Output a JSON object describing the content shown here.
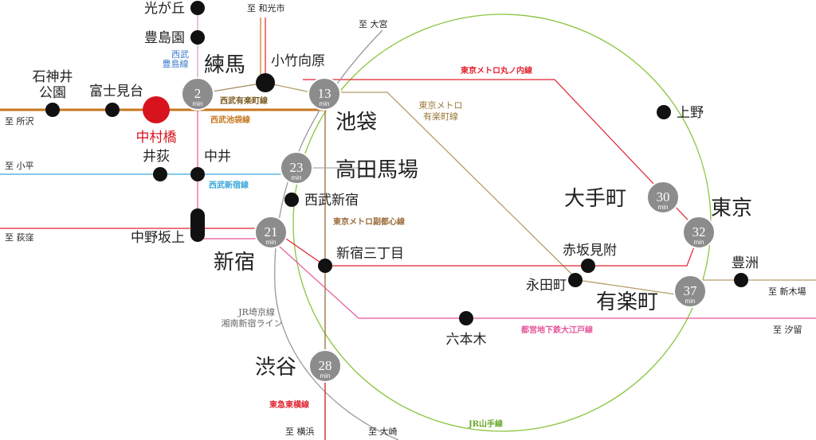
{
  "map_title": "",
  "home_station": "中村橋",
  "stations": {
    "hikarigaoka": "光が丘",
    "toshimaen": "豊島園",
    "nerima": "練馬",
    "kotakemukaihara": "小竹向原",
    "ikebukuro": "池袋",
    "shakujiikoen": "石神井\n公園",
    "fujimidai": "富士見台",
    "nakamurabashi": "中村橋",
    "igusa": "井荻",
    "nakai": "中井",
    "takadanobaba": "高田馬場",
    "seibushinjuku": "西武新宿",
    "nakanosakaue": "中野坂上",
    "shinjuku": "新宿",
    "shinjukusanchome": "新宿三丁目",
    "shibuya": "渋谷",
    "roppongi": "六本木",
    "ueno": "上野",
    "otemachi": "大手町",
    "tokyo": "東京",
    "akasakamitsuke": "赤坂見附",
    "nagatacho": "永田町",
    "yurakucho": "有楽町",
    "toyosu": "豊洲"
  },
  "travel_times": [
    {
      "station": "nerima",
      "minutes": "2",
      "unit": "min"
    },
    {
      "station": "ikebukuro",
      "minutes": "13",
      "unit": "min"
    },
    {
      "station": "takadanobaba",
      "minutes": "23",
      "unit": "min"
    },
    {
      "station": "shinjuku",
      "minutes": "21",
      "unit": "min"
    },
    {
      "station": "shibuya",
      "minutes": "28",
      "unit": "min"
    },
    {
      "station": "otemachi",
      "minutes": "30",
      "unit": "min"
    },
    {
      "station": "tokyo",
      "minutes": "32",
      "unit": "min"
    },
    {
      "station": "yurakucho",
      "minutes": "37",
      "unit": "min"
    }
  ],
  "lines": {
    "seibu_toshima": "西武\n豊島線",
    "seibu_yurakucho": "西武有楽町線",
    "seibu_ikebukuro": "西武池袋線",
    "seibu_shinjuku": "西武新宿線",
    "marunouchi": "東京メトロ丸ノ内線",
    "metro_yurakucho": "東京メトロ\n有楽町線",
    "fukutoshin": "東京メトロ副都心線",
    "saikyo": "JR埼京線\n湘南新宿ライン",
    "oedo": "都営地下鉄大江戸線",
    "toyoko": "東急東横線",
    "yamanote": "JR山手線"
  },
  "directions": {
    "wakoshi": "至 和光市",
    "omiya": "至 大宮",
    "tokorozawa": "至 所沢",
    "kodaira": "至 小平",
    "ogikubo": "至 荻窪",
    "shinkiba": "至 新木場",
    "shiodome": "至 汐留",
    "yokohama": "至 横浜",
    "osaki": "至 大崎"
  },
  "colors": {
    "seibu_ikebukuro": "#c5771e",
    "seibu_shinjuku": "#3aa7d9",
    "seibu_yurakucho": "#a08a5a",
    "seibu_toshima": "#d9a3c9",
    "marunouchi": "#e0232f",
    "metro_yurakucho": "#b59d6a",
    "fukutoshin": "#9a6b3a",
    "saikyo": "#9a9a9a",
    "oedo": "#e6559a",
    "toyoko": "#e0232f",
    "yamanote": "#8ac43f",
    "home": "#d7141e",
    "time_badge": "#8c8c8c"
  }
}
